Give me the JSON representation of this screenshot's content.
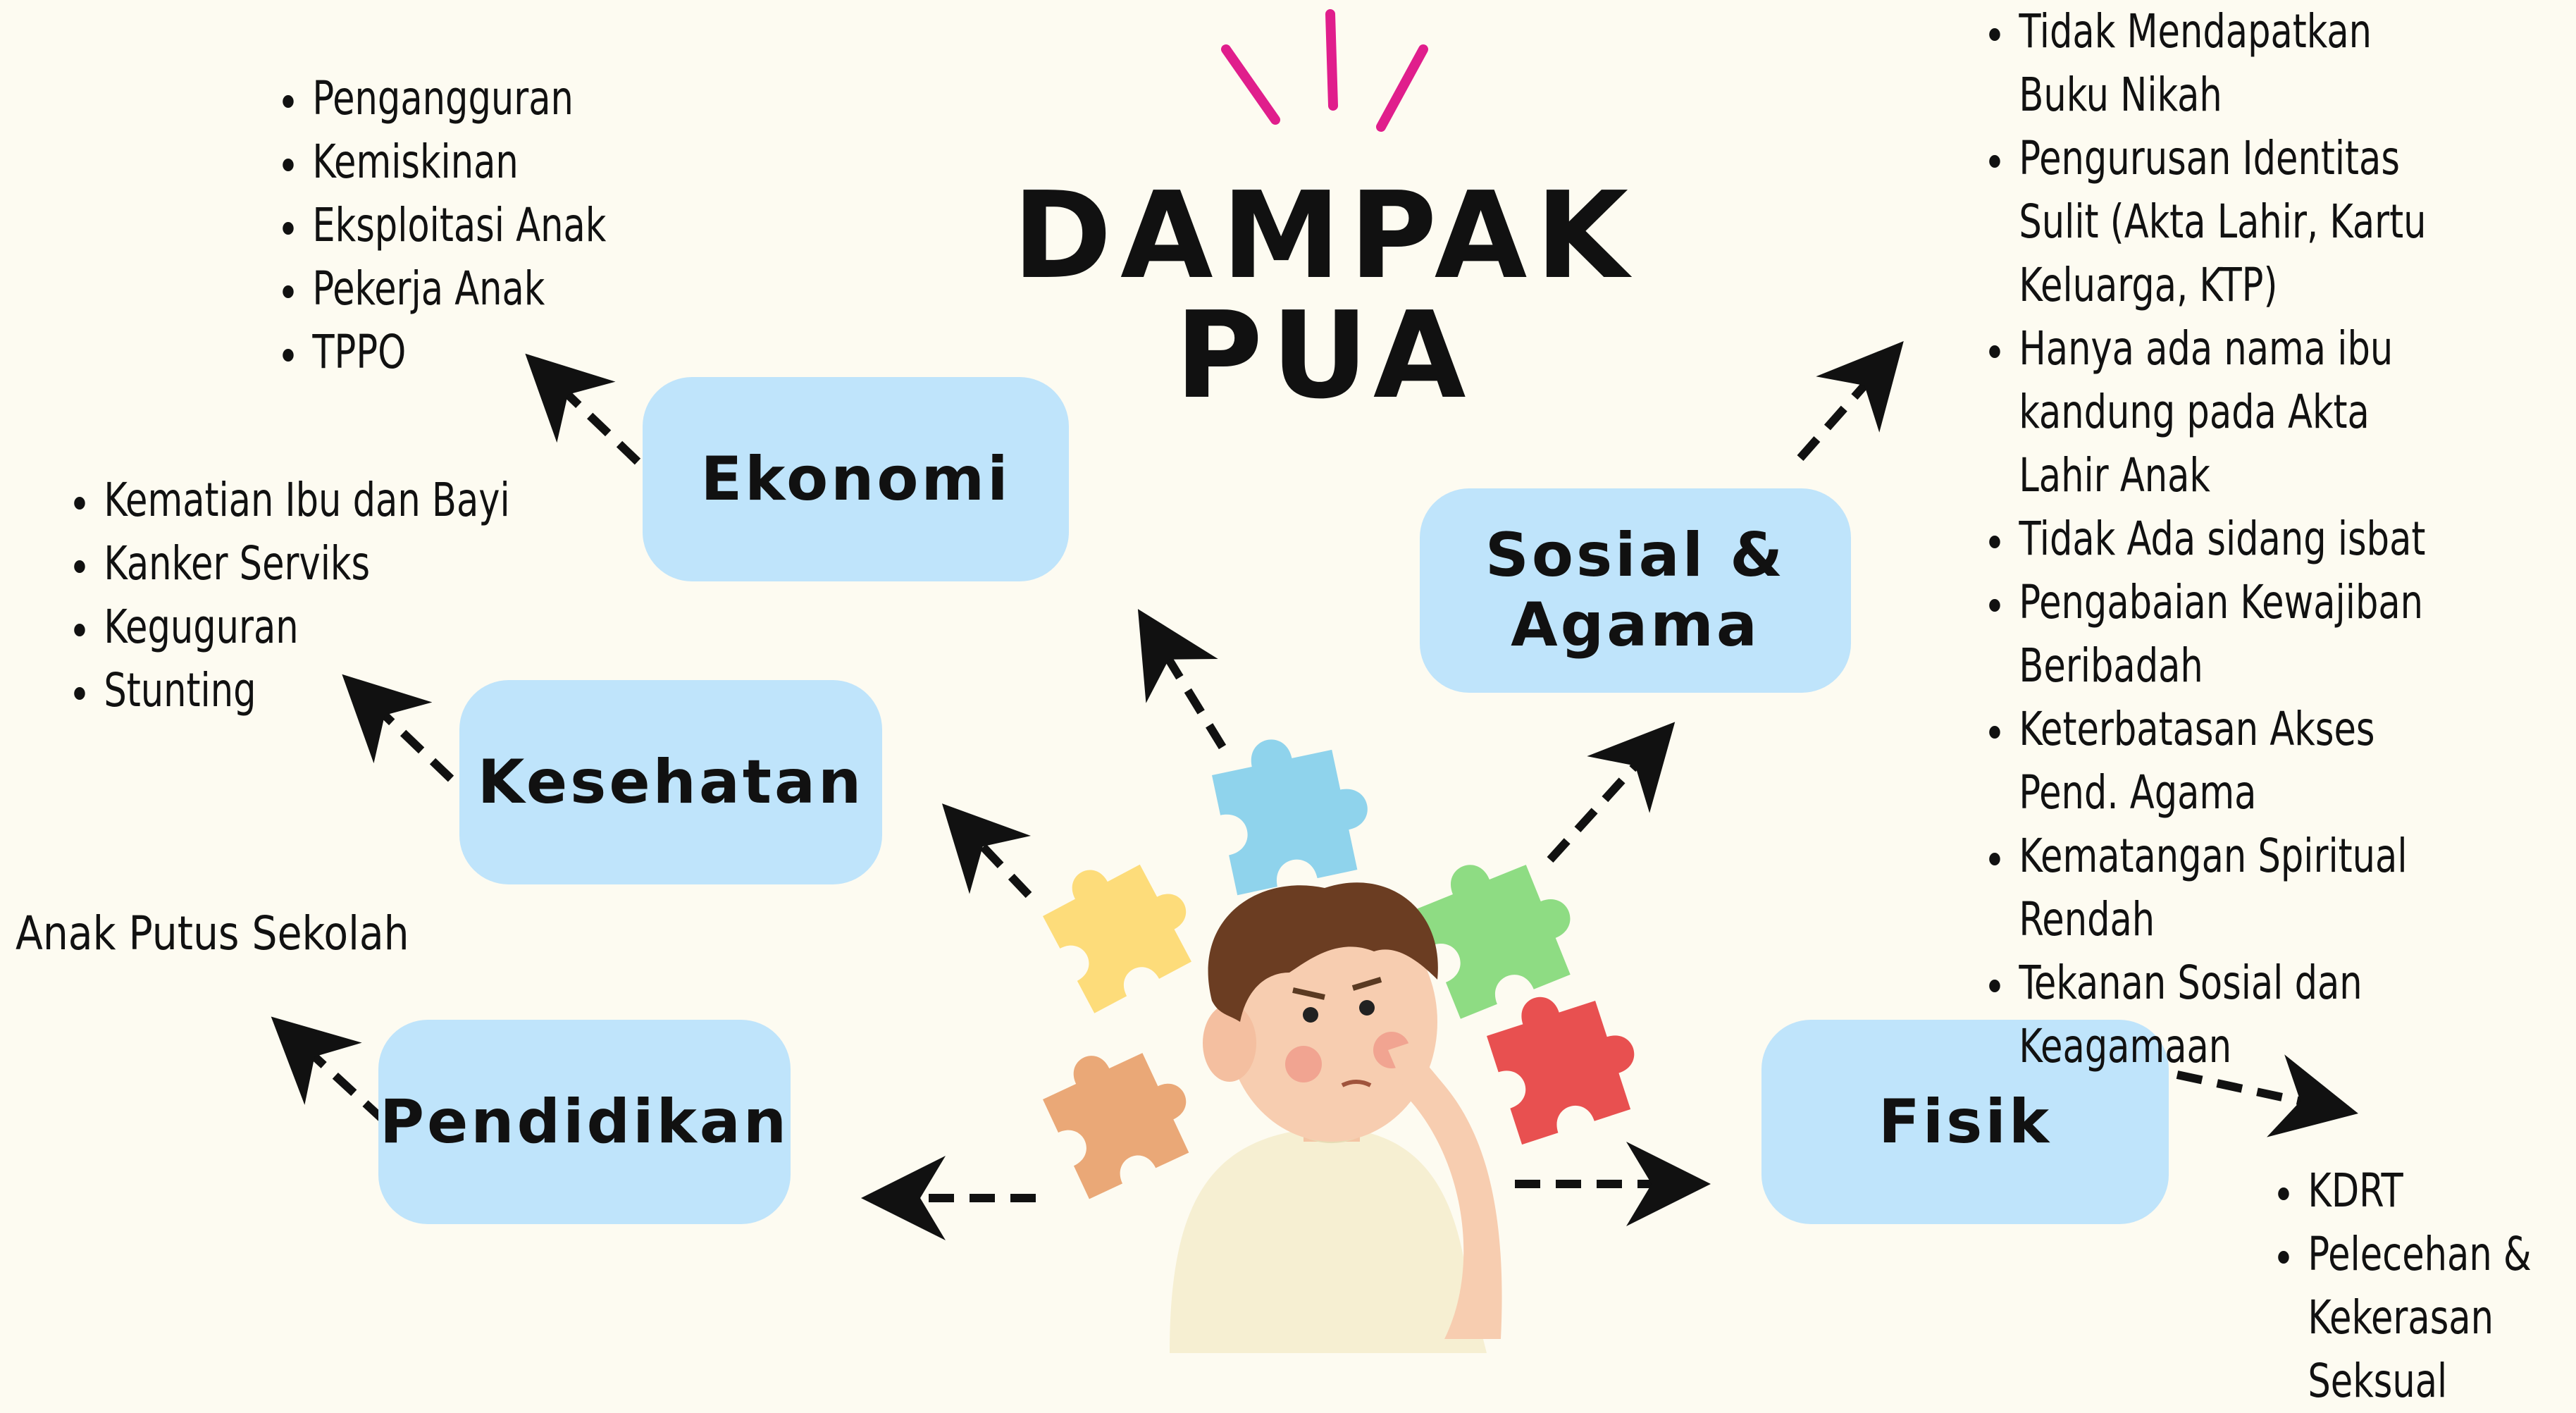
{
  "title": "DAMPAK PUA",
  "boxes": {
    "ekonomi": "Ekonomi",
    "kesehatan": "Kesehatan",
    "pendidikan": "Pendidikan",
    "sosial_line1": "Sosial &",
    "sosial_line2": "Agama",
    "fisik": "Fisik"
  },
  "ekonomi_items": [
    "Pengangguran",
    "Kemiskinan",
    "Eksploitasi Anak",
    "Pekerja Anak",
    "TPPO"
  ],
  "kesehatan_items": [
    "Kematian Ibu dan Bayi",
    "Kanker Serviks",
    "Keguguran",
    "Stunting"
  ],
  "pendidikan_text": "Anak Putus Sekolah",
  "sosial_items": [
    "Tidak Mendapatkan Buku Nikah",
    "Pengurusan Identitas Sulit (Akta Lahir, Kartu Keluarga, KTP)",
    "Hanya ada nama ibu kandung pada Akta Lahir Anak",
    "Tidak Ada sidang isbat",
    "Pengabaian Kewajiban Beribadah",
    "Keterbatasan Akses Pend. Agama",
    "Kematangan Spiritual Rendah",
    "Tekanan Sosial dan Keagamaan"
  ],
  "fisik_items": [
    "KDRT",
    "Pelecehan & Kekerasan Seksual"
  ],
  "colors": {
    "background": "#fdfbf1",
    "box": "#bfe4fb",
    "accent_magenta": "#e01e8c",
    "puzzle_blue": "#8fd3ec",
    "puzzle_yellow": "#fddc7a",
    "puzzle_green": "#8edc83",
    "puzzle_orange": "#eaa877",
    "puzzle_red": "#e85050"
  },
  "icons": [
    "thinking-person-illustration",
    "puzzle-piece-icon",
    "dashed-arrow-icon",
    "emphasis-marks-icon"
  ]
}
